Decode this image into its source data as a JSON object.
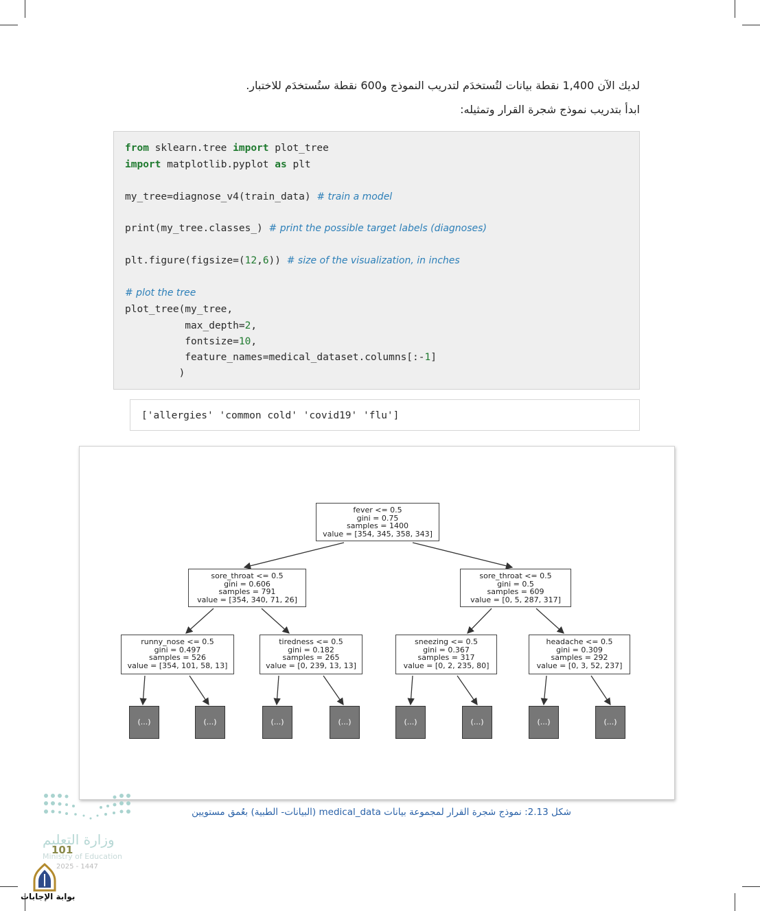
{
  "intro": {
    "line1": "لديك الآن 1,400 نقطة بيانات لتُستخدَم لتدريب النموذج و600 نقطة ستُستخدَم للاختبار.",
    "line2": "ابدأ بتدريب نموذج شجرة القرار وتمثيله:"
  },
  "code": {
    "l1_kw1": "from",
    "l1_mod": " sklearn.tree ",
    "l1_kw2": "import",
    "l1_rest": " plot_tree",
    "l2_kw": "import",
    "l2_mod": " matplotlib.pyplot ",
    "l2_kw2": "as",
    "l2_rest": " plt",
    "l3_code": "my_tree=diagnose_v4(train_data) ",
    "l3_cmt": "# train a model",
    "l4_code": "print(my_tree.classes_) ",
    "l4_cmt": "# print the possible target labels (diagnoses)",
    "l5_a": "plt.figure(figsize=(",
    "l5_n1": "12",
    "l5_b": ",",
    "l5_n2": "6",
    "l5_c": ")) ",
    "l5_cmt": "# size of the visualization, in inches",
    "l6_cmt": "# plot the tree",
    "l7": "plot_tree(my_tree,",
    "l8_a": "          max_depth=",
    "l8_n": "2",
    "l8_b": ",",
    "l9_a": "          fontsize=",
    "l9_n": "10",
    "l9_b": ",",
    "l10_a": "          feature_names=medical_dataset.columns[:-",
    "l10_n": "1",
    "l10_b": "]",
    "l11": "         )"
  },
  "output": {
    "text": "['allergies' 'common cold' 'covid19' 'flu']"
  },
  "tree": {
    "root": [
      "fever <= 0.5",
      "gini = 0.75",
      "samples = 1400",
      "value = [354, 345, 358, 343]"
    ],
    "left": [
      "sore_throat <= 0.5",
      "gini = 0.606",
      "samples = 791",
      "value = [354, 340, 71, 26]"
    ],
    "right": [
      "sore_throat <= 0.5",
      "gini = 0.5",
      "samples = 609",
      "value = [0, 5, 287, 317]"
    ],
    "ll": [
      "runny_nose <= 0.5",
      "gini = 0.497",
      "samples = 526",
      "value = [354, 101, 58, 13]"
    ],
    "lr": [
      "tiredness <= 0.5",
      "gini = 0.182",
      "samples = 265",
      "value = [0, 239, 13, 13]"
    ],
    "rl": [
      "sneezing <= 0.5",
      "gini = 0.367",
      "samples = 317",
      "value = [0, 2, 235, 80]"
    ],
    "rr": [
      "headache <= 0.5",
      "gini = 0.309",
      "samples = 292",
      "value = [0, 3, 52, 237]"
    ],
    "leaf_label": "(...)"
  },
  "caption": "شكل 2.13: نموذج شجرة القرار لمجموعة بيانات medical_data (البيانات- الطبية) بعُمق مستويين",
  "footer": {
    "ministry_ar": "وزارة التعليم",
    "ministry_en": "Ministry of Education",
    "page_number": "101",
    "year": "2025 - 1447",
    "brand": "بوابة الإجابات"
  }
}
